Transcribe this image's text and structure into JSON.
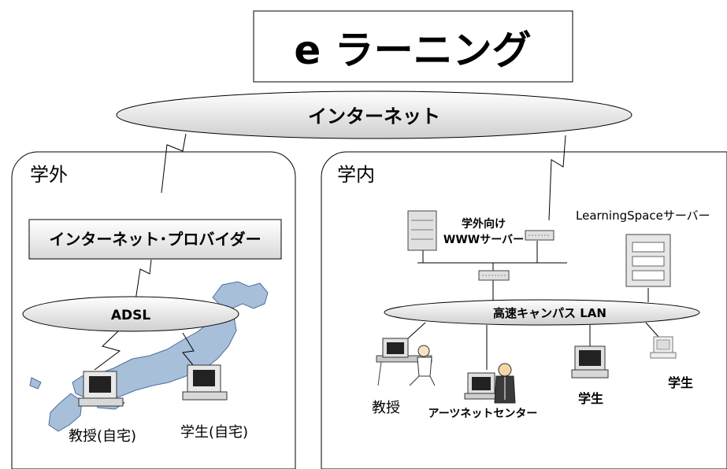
{
  "title": "e ラーニング",
  "internet": {
    "label": "インターネット"
  },
  "off_campus": {
    "label": "学外",
    "provider": "インターネット･プロバイダー",
    "adsl": "ADSL",
    "professor_home": "教授(自宅)",
    "student_home": "学生(自宅)"
  },
  "on_campus": {
    "label": "学内",
    "www_server": [
      "学外向け",
      "WWWサーバー"
    ],
    "learningspace_server": "LearningSpaceサーバー",
    "lan": "高速キャンパス LAN",
    "professor": "教授",
    "arts_center": "アーツネットセンター",
    "student": "学生",
    "student2": "学生"
  }
}
